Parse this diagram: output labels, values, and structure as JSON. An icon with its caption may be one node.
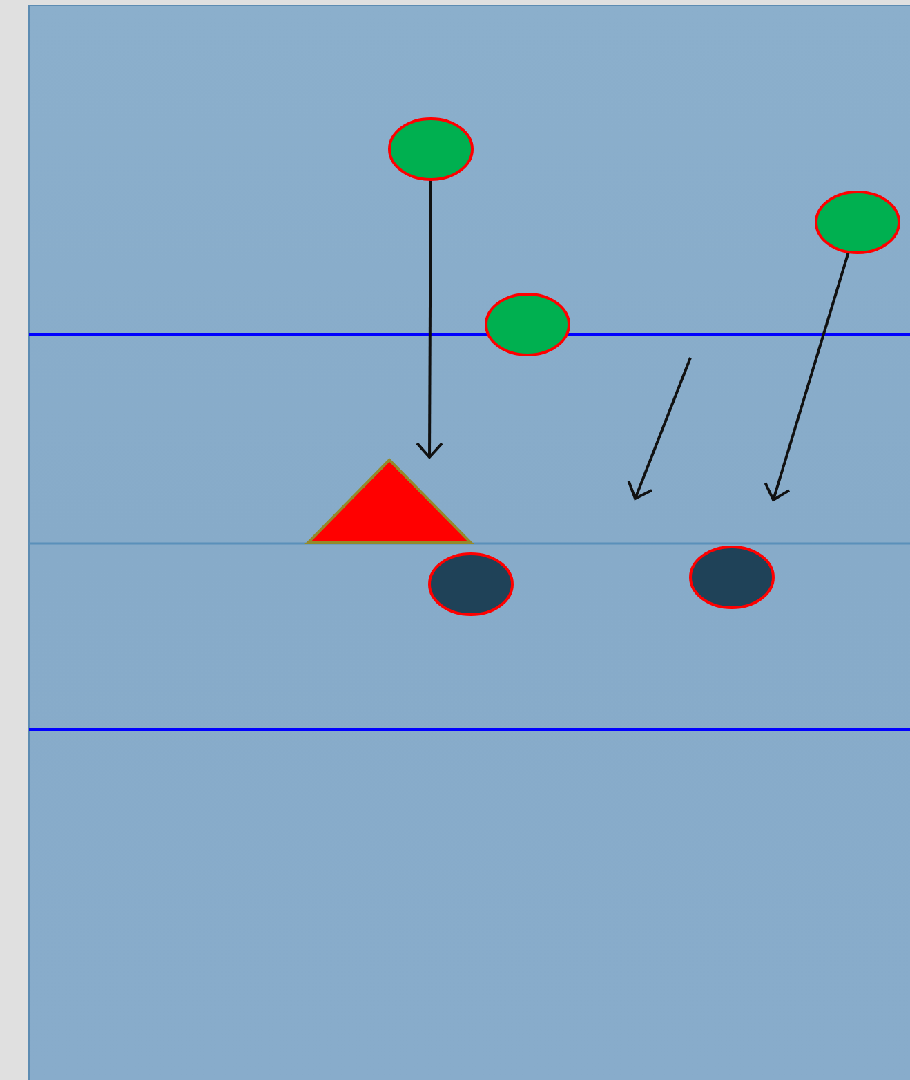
{
  "diagram": {
    "nodes": [
      {
        "text": [],
        "shape": "circle"
      },
      {
        "text": [],
        "shape": "circle"
      },
      {
        "text": [],
        "shape": "circle"
      },
      {
        "text": [],
        "shape": "triangle"
      },
      {
        "text": [],
        "shape": "circle"
      },
      {
        "text": [],
        "shape": "circle"
      }
    ],
    "edges": [
      {
        "from": 0,
        "to": 3,
        "arrow": "to"
      },
      {
        "from": 1,
        "to": null,
        "arrow": "to"
      }
    ]
  }
}
